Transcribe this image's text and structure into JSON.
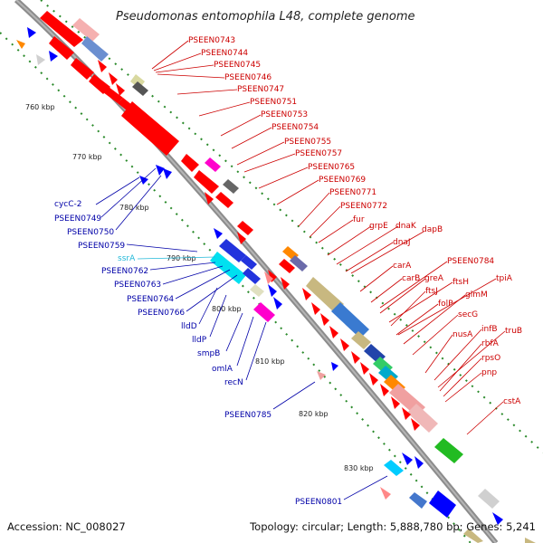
{
  "title": "Pseudomonas entomophila L48, complete genome",
  "footer": {
    "accession": "Accession: NC_008027",
    "summary": "Topology: circular; Length: 5,888,780 bp; Genes: 5,241"
  },
  "kbp_ticks": [
    "760 kbp",
    "770 kbp",
    "780 kbp",
    "790 kbp",
    "800 kbp",
    "810 kbp",
    "820 kbp",
    "830 kbp"
  ],
  "top_strand_labels": [
    "PSEEN0743",
    "PSEEN0744",
    "PSEEN0745",
    "PSEEN0746",
    "PSEEN0747",
    "PSEEN0751",
    "PSEEN0753",
    "PSEEN0754",
    "PSEEN0755",
    "PSEEN0757",
    "PSEEN0765",
    "PSEEN0769",
    "PSEEN0771",
    "PSEEN0772",
    "fur",
    "grpE",
    "dnaK",
    "dapB",
    "dnaJ",
    "PSEEN0784",
    "carA",
    "carB",
    "greA",
    "ftsH",
    "tpiA",
    "ftsJ",
    "glmM",
    "folP",
    "secG",
    "nusA",
    "infB",
    "truB",
    "rbfA",
    "rpsO",
    "pnp",
    "cstA"
  ],
  "bottom_strand_labels": [
    "cycC-2",
    "PSEEN0749",
    "PSEEN0750",
    "PSEEN0759",
    "ssrA",
    "PSEEN0762",
    "PSEEN0763",
    "PSEEN0764",
    "PSEEN0766",
    "lldD",
    "lldP",
    "smpB",
    "omlA",
    "recN",
    "PSEEN0785",
    "PSEEN0801"
  ],
  "colors": {
    "forward_gene": "#ff0000",
    "reverse_gene": "#0000ff",
    "rna_gene": "#00e0f0",
    "backbone": "#8c8c8c",
    "tick": "#1a8a1a",
    "top_label": "#cc0000",
    "bottom_label": "#0000a8",
    "rna_label": "#22b8d8"
  }
}
